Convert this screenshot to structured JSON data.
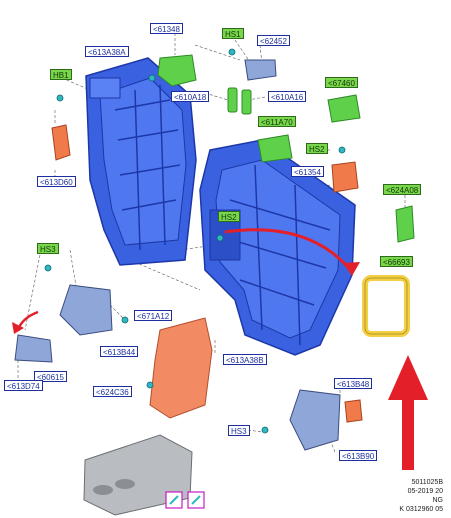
{
  "callouts": {
    "c61348": "<61348",
    "hs1": "HS1",
    "c62452": "<62452",
    "c613A38A": "<613A38A",
    "hb1": "HB1",
    "c610A18": "<610A18",
    "c610A16": "<610A16",
    "c67460": "<67460",
    "c611A70": "<611A70",
    "hs2a": "HS2",
    "c613D60": "<613D60",
    "c61354": "<61354",
    "c624A08": "<624A08",
    "hs2b": "HS2",
    "hs3a": "HS3",
    "c66693": "<66693",
    "c671A12": "<671A12",
    "c60615": "<60615",
    "c613B44": "<613B44",
    "c613A38B": "<613A38B",
    "c613D74": "<613D74",
    "c624C36": "<624C36",
    "c613B48": "<613B48",
    "hs3b": "HS3",
    "c613B90": "<613B90"
  },
  "reference": {
    "line1": "5011025B",
    "line2": "05-2019 20",
    "line3": "NG",
    "line4": "K 0312960 05"
  },
  "colors": {
    "frame_blue": "#3a62e0",
    "frame_dark": "#1d37a8",
    "part_green": "#5fd04a",
    "part_orange": "#f07a4a",
    "trim_salmon": "#f28a64",
    "frame_yellow": "#f2cf45",
    "arrow_red": "#e3202a",
    "console_grey": "#b9bcc0"
  }
}
